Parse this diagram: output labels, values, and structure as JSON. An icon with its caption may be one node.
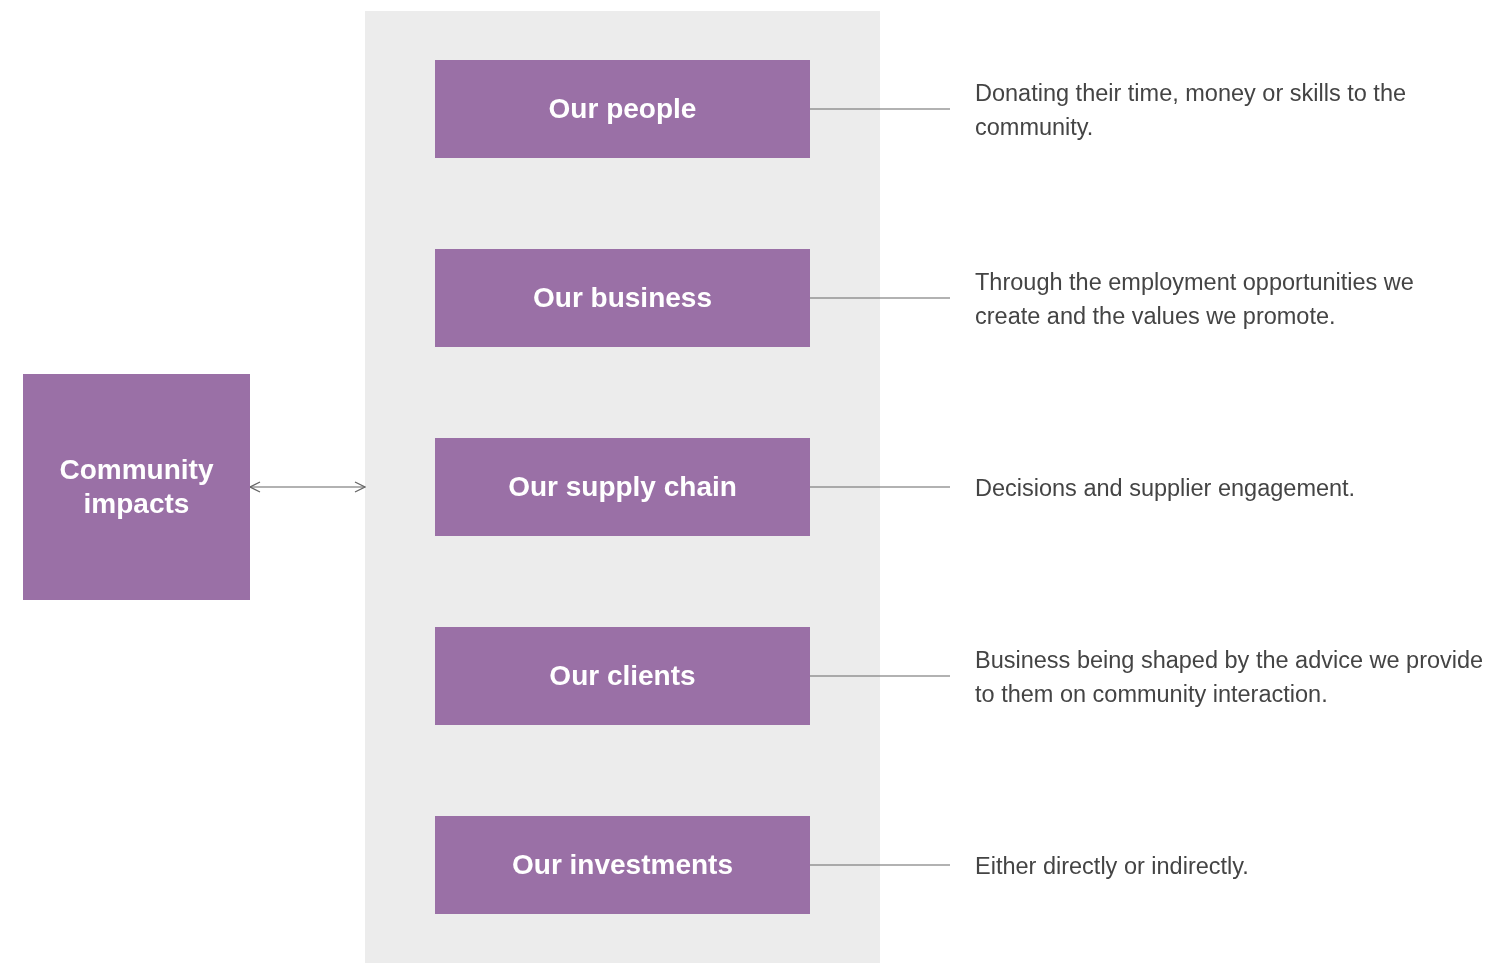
{
  "diagram": {
    "nodes": [
      {
        "text": [
          "Community impacts"
        ]
      },
      {
        "text": [],
        "shape": "box"
      },
      {
        "text": [
          "Our people"
        ],
        "in": 1
      },
      {
        "text": [
          "Our business"
        ],
        "in": 1
      },
      {
        "text": [
          "Our supply chain"
        ],
        "in": 1
      },
      {
        "text": [
          "Our clients"
        ],
        "in": 1
      },
      {
        "text": [
          "Our investments"
        ],
        "in": 1
      },
      {
        "text": [
          "Donating their time, money or skills to the community."
        ]
      },
      {
        "text": [
          "Through the employment opportunities we create and the values we promote."
        ]
      },
      {
        "text": [
          "Decisions and supplier engagement."
        ]
      },
      {
        "text": [
          "Business being shaped by the advice we provide to them on community interaction."
        ]
      },
      {
        "text": [
          "Either directly or indirectly."
        ]
      }
    ],
    "edges": [
      {
        "from": 0,
        "to": 1,
        "arrow": "both"
      },
      {
        "from": 2,
        "to": 7,
        "arrow": "none"
      },
      {
        "from": 3,
        "to": 8,
        "arrow": "none"
      },
      {
        "from": 4,
        "to": 9,
        "arrow": "none"
      },
      {
        "from": 5,
        "to": 10,
        "arrow": "none"
      },
      {
        "from": 6,
        "to": 11,
        "arrow": "none"
      }
    ]
  }
}
